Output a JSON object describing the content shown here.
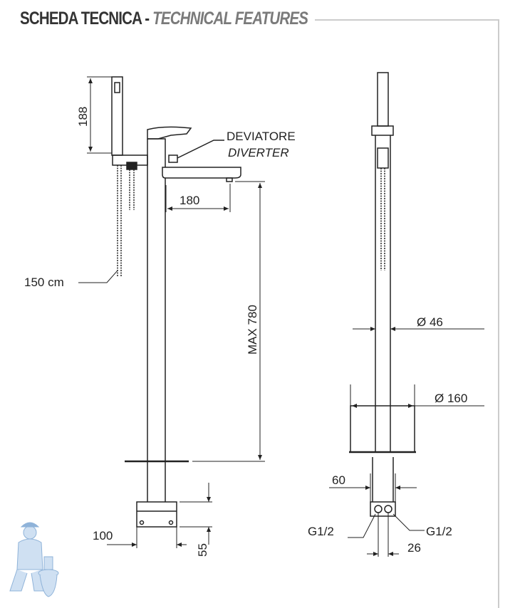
{
  "header": {
    "title_it": "SCHEDA TECNICA -",
    "title_en": "TECHNICAL FEATURES"
  },
  "side_view": {
    "hand_shower_height": "188",
    "diverter_it": "DEVIATORE",
    "diverter_en": "DIVERTER",
    "spout_reach": "180",
    "hose_length": "150 cm",
    "max_height": "MAX 780",
    "base_width": "100",
    "base_height": "55"
  },
  "front_view": {
    "column_diameter": "Ø 46",
    "cover_diameter": "Ø 160",
    "base_width": "60",
    "connection_left": "G1/2",
    "connection_right": "G1/2",
    "connection_spacing": "26"
  },
  "colors": {
    "line": "#222222",
    "frame": "#cccccc",
    "title": "#333333",
    "subtitle": "#7a7a7a",
    "logo": "#a9c8e8"
  }
}
